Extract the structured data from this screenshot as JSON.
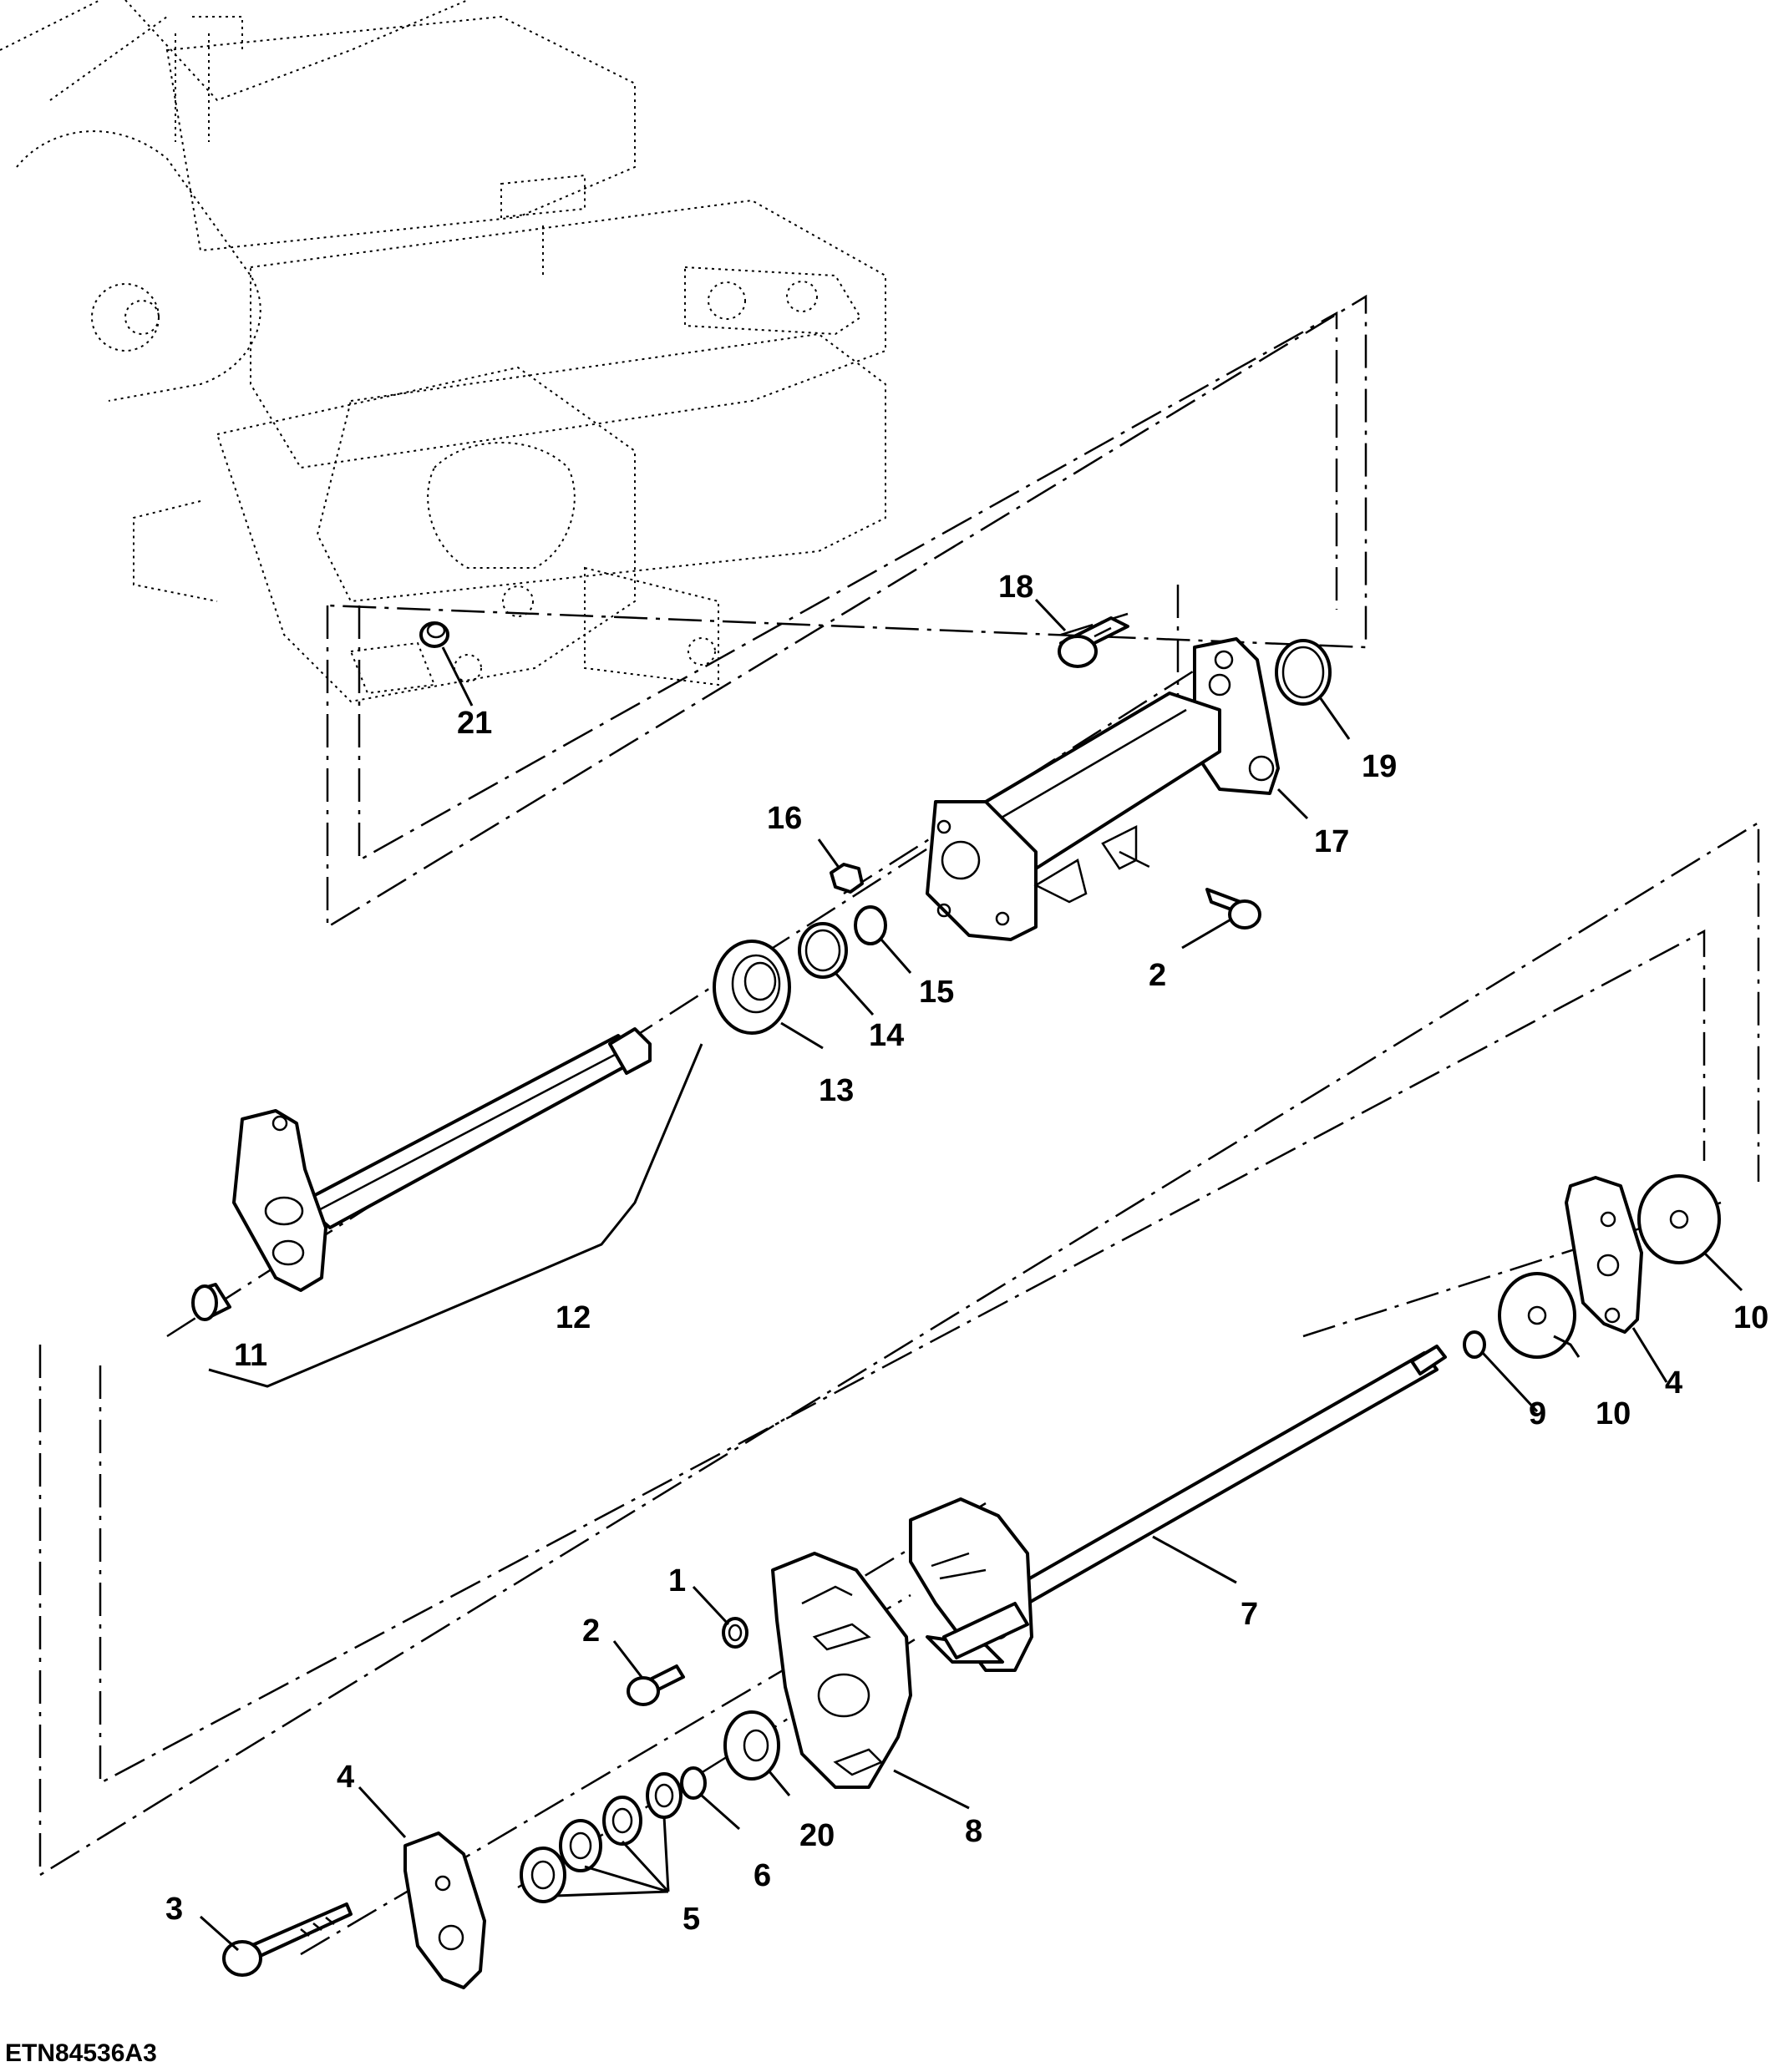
{
  "figure_id": "ETN84536A3",
  "callouts": [
    {
      "id": "c21",
      "text": "21"
    },
    {
      "id": "c18",
      "text": "18"
    },
    {
      "id": "c19",
      "text": "19"
    },
    {
      "id": "c17",
      "text": "17"
    },
    {
      "id": "c16",
      "text": "16"
    },
    {
      "id": "c15",
      "text": "15"
    },
    {
      "id": "c14",
      "text": "14"
    },
    {
      "id": "c13",
      "text": "13"
    },
    {
      "id": "c2a",
      "text": "2"
    },
    {
      "id": "c12",
      "text": "12"
    },
    {
      "id": "c11",
      "text": "11"
    },
    {
      "id": "c10a",
      "text": "10"
    },
    {
      "id": "c10b",
      "text": "10"
    },
    {
      "id": "c4a",
      "text": "4"
    },
    {
      "id": "c9",
      "text": "9"
    },
    {
      "id": "c7",
      "text": "7"
    },
    {
      "id": "c1",
      "text": "1"
    },
    {
      "id": "c2b",
      "text": "2"
    },
    {
      "id": "c8",
      "text": "8"
    },
    {
      "id": "c20",
      "text": "20"
    },
    {
      "id": "c6",
      "text": "6"
    },
    {
      "id": "c4b",
      "text": "4"
    },
    {
      "id": "c5",
      "text": "5"
    },
    {
      "id": "c3",
      "text": "3"
    }
  ]
}
